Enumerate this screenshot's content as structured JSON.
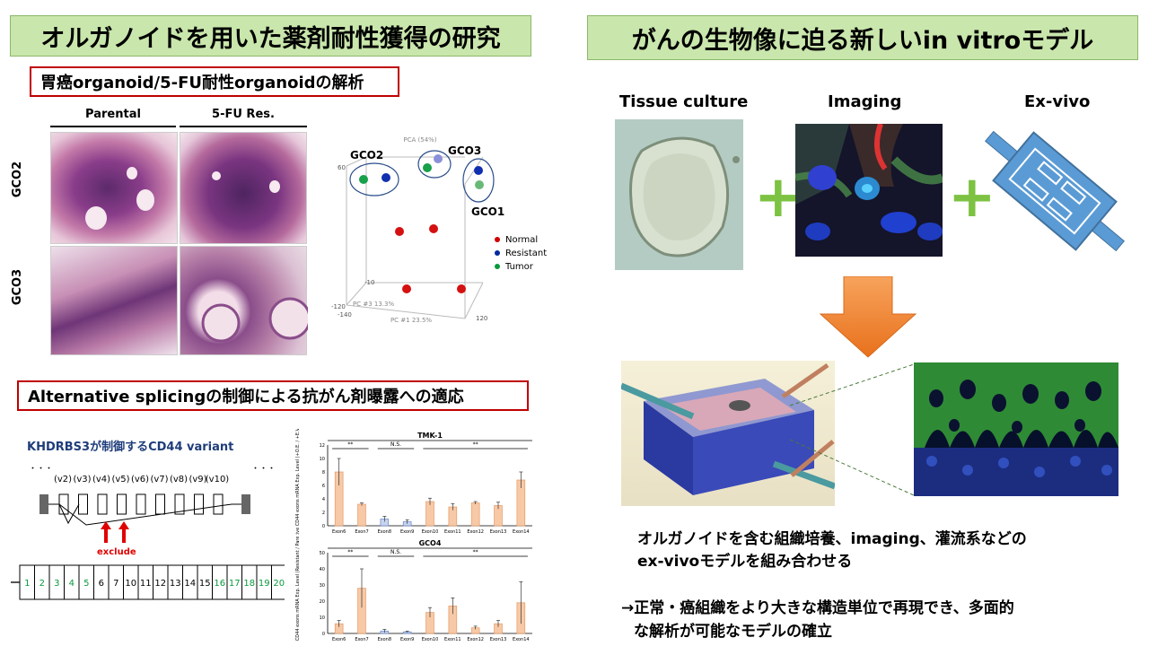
{
  "left_title": "オルガノイドを用いた薬剤耐性獲得の研究",
  "right_title": "がんの生物像に迫る新しいin vitroモデル",
  "section1": {
    "title": "胃癌organoid/5-FU耐性organoidの解析",
    "col_parental": "Parental",
    "col_res": "5-FU Res.",
    "row_gco2": "GCO2",
    "row_gco3": "GCO3"
  },
  "pca": {
    "axis_top": "PCA (54%)",
    "axis_bottom": "PC #1 23.5%",
    "axis_depth": "PC #3 13.3%",
    "tick_60": "60",
    "tick_120": "120",
    "tick_m120": "-120",
    "tick_m140": "-140",
    "tick_m10": "-10",
    "label_gco2": "GCO2",
    "label_gco3": "GCO3",
    "label_gco1": "GCO1",
    "legend": [
      {
        "label": "Normal",
        "color": "#d00000"
      },
      {
        "label": "Resistant",
        "color": "#002a9e"
      },
      {
        "label": "Tumor",
        "color": "#0a9a3c"
      }
    ]
  },
  "section2": {
    "title": "Alternative splicingの制御による抗がん剤曝露への適応",
    "gene_label": "KHDRBS3が制御するCD44 variant",
    "exclude": "exclude",
    "variants": [
      "(v2)",
      "(v3)",
      "(v4)",
      "(v5)",
      "(v6)",
      "(v7)",
      "(v8)",
      "(v9)",
      "(v10)"
    ],
    "exons": [
      "1",
      "2",
      "3",
      "4",
      "5",
      "6",
      "7",
      "10",
      "11",
      "12",
      "13",
      "14",
      "15",
      "16",
      "17",
      "18",
      "19",
      "20"
    ]
  },
  "charts_text": {
    "chart1_title": "TMK-1",
    "chart2_title": "GCO4",
    "ns": "N.S.",
    "sig": "**"
  },
  "chart_data": [
    {
      "type": "bar",
      "title": "TMK-1",
      "ylabel": "Relative CD44 exons mRNA Exp. Level (+O.E. / +E.V.)",
      "categories": [
        "Exon6",
        "Exon7",
        "Exon8",
        "Exon9",
        "Exon10",
        "Exon11",
        "Exon12",
        "Exon13",
        "Exon14"
      ],
      "values": [
        8.0,
        3.2,
        1.0,
        0.6,
        3.6,
        2.8,
        3.4,
        3.0,
        6.8
      ],
      "errors": [
        2.0,
        0.2,
        0.4,
        0.3,
        0.5,
        0.5,
        0.2,
        0.5,
        1.2
      ],
      "ylim": [
        0,
        12
      ],
      "yticks": [
        "0",
        "2",
        "4",
        "6",
        "8",
        "10",
        "12"
      ]
    },
    {
      "type": "bar",
      "title": "GCO4",
      "ylabel": "Relative CD44 exons mRNA Exp. Level (Resistant / Parental)",
      "categories": [
        "Exon6",
        "Exon7",
        "Exon8",
        "Exon9",
        "Exon10",
        "Exon11",
        "Exon12",
        "Exon13",
        "Exon14"
      ],
      "values": [
        6.0,
        28.0,
        1.5,
        1.0,
        13.0,
        17.0,
        3.5,
        6.0,
        19.0
      ],
      "errors": [
        2.0,
        12.0,
        1.0,
        0.4,
        3.0,
        5.0,
        1.0,
        2.0,
        13.0
      ],
      "ylim": [
        0,
        50
      ],
      "yticks": [
        "0",
        "10",
        "20",
        "30",
        "40",
        "50"
      ]
    }
  ],
  "right": {
    "label_tissue": "Tissue culture",
    "label_imaging": "Imaging",
    "label_exvivo": "Ex-vivo",
    "plus": "+",
    "text1_line1": "オルガノイドを含む組織培養、imaging、灌流系などの",
    "text1_line2": "ex-vivoモデルを組み合わせる",
    "text2_line1": "→正常・癌組織をより大きな構造単位で再現でき、多面的",
    "text2_line2": "な解析が可能なモデルの確立"
  }
}
